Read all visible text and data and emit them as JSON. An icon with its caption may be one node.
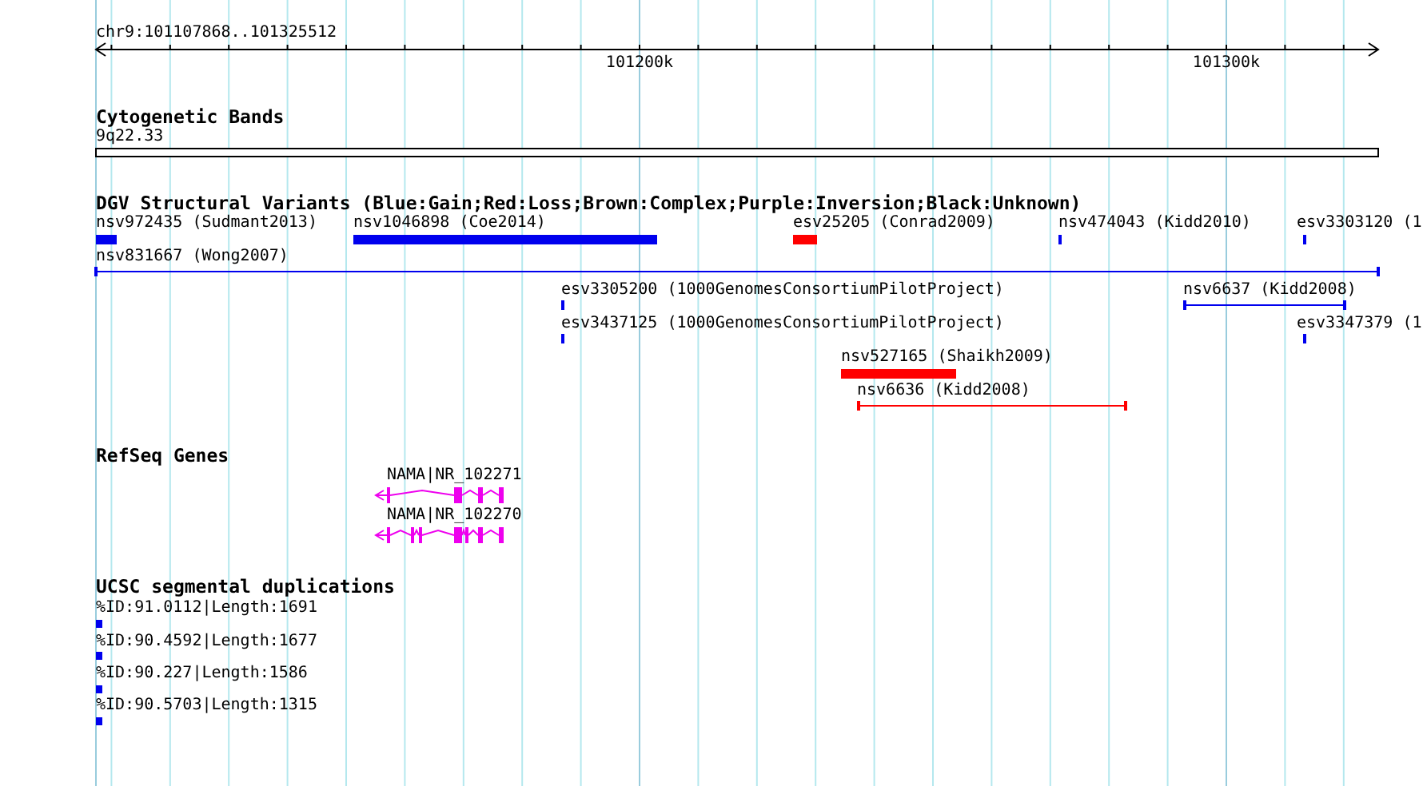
{
  "diagram": {
    "labels": [
      "chr9:101107868..101325512",
      "101200k",
      "101300k",
      "Cytogenetic Bands",
      "9q22.33",
      "DGV Structural Variants (Blue:Gain;Red:Loss;Brown:Complex;Purple:Inversion;Black:Unknown)",
      "nsv972435 (Sudmant2013)",
      "nsv1046898 (Coe2014)",
      "esv25205 (Conrad2009)",
      "nsv474043 (Kidd2010)",
      "esv3303120 (1",
      "nsv831667 (Wong2007)",
      "esv3305200 (1000GenomesConsortiumPilotProject)",
      "nsv6637 (Kidd2008)",
      "esv3437125 (1000GenomesConsortiumPilotProject)",
      "esv3347379 (1",
      "nsv527165 (Shaikh2009)",
      "nsv6636 (Kidd2008)",
      "RefSeq Genes",
      "NAMA|NR_102271",
      "NAMA|NR_102270",
      "UCSC segmental duplications",
      "%ID:91.0112|Length:1691",
      "%ID:90.4592|Length:1677",
      "%ID:90.227|Length:1586",
      "%ID:90.5703|Length:1315"
    ]
  }
}
